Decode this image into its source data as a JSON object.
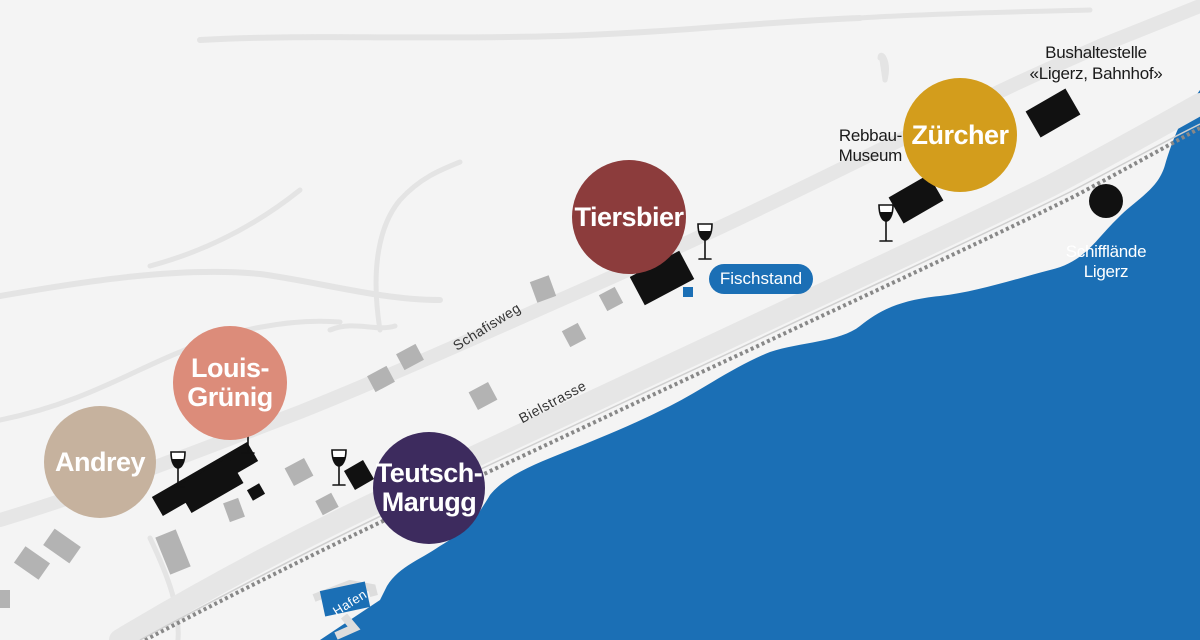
{
  "colors": {
    "lake": "#1b6fb5",
    "land": "#f4f4f4",
    "road": "#e6e6e6",
    "path": "#e4e4e4",
    "railway": "#8c8c8c",
    "building": "#b3b3b3",
    "venue_building": "#111111"
  },
  "wineries": [
    {
      "id": "andrey",
      "lines": [
        "Andrey"
      ],
      "color": "#c6b29e"
    },
    {
      "id": "louis-gruenig",
      "lines": [
        "Louis-",
        "Grünig"
      ],
      "color": "#dc8c7a"
    },
    {
      "id": "teutsch-marugg",
      "lines": [
        "Teutsch-",
        "Marugg"
      ],
      "color": "#3d2b5e"
    },
    {
      "id": "tiersbier",
      "lines": [
        "Tiersbier"
      ],
      "color": "#8c3c3c"
    },
    {
      "id": "zuercher",
      "lines": [
        "Zürcher"
      ],
      "color": "#d39d1c"
    }
  ],
  "streets": {
    "schafisweg": "Schafisweg",
    "bielstrasse": "Bielstrasse"
  },
  "places": {
    "fischstand": "Fischstand",
    "hafen": "Hafen",
    "rebbau_museum": [
      "Rebbau-",
      "Museum"
    ],
    "bus_stop": [
      "Bushaltestelle",
      "«Ligerz, Bahnhof»"
    ],
    "boat_landing": [
      "Schifflände",
      "Ligerz"
    ]
  },
  "icons": {
    "wine_glass": "wine-glass-icon",
    "bus_stop": "bus-stop-building",
    "boat_landing": "boat-landing-dot-icon"
  }
}
